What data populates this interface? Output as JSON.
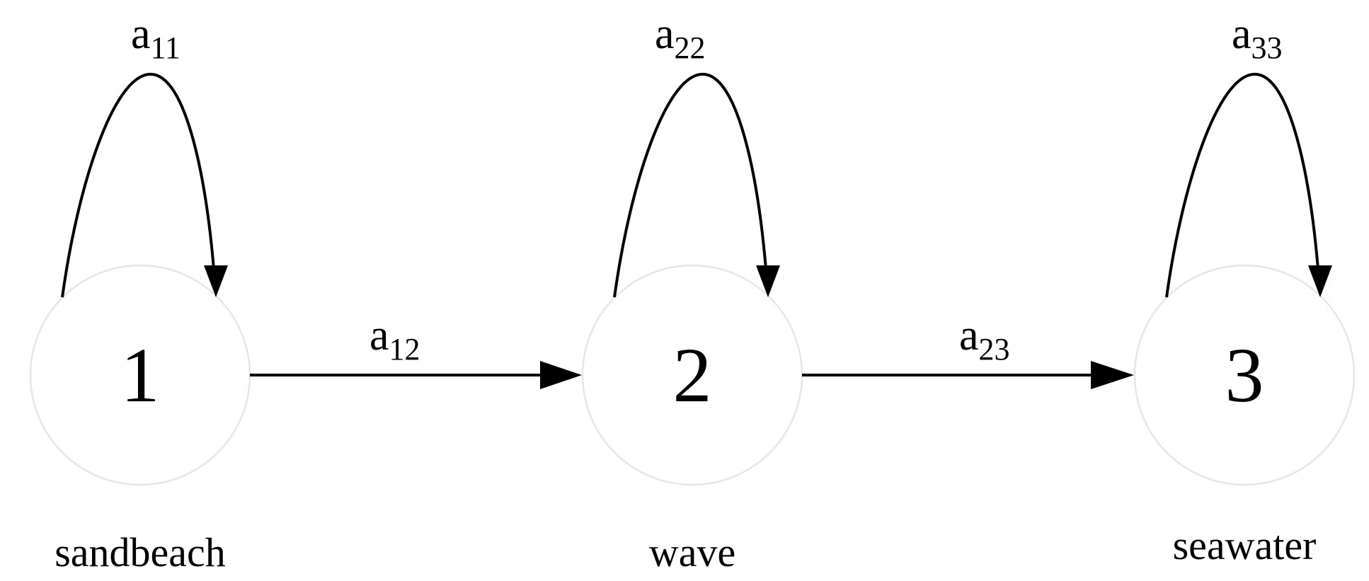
{
  "nodes": [
    {
      "id": "1",
      "label": "1",
      "caption": "sandbeach"
    },
    {
      "id": "2",
      "label": "2",
      "caption": "wave"
    },
    {
      "id": "3",
      "label": "3",
      "caption": "seawater"
    }
  ],
  "edges": [
    {
      "from": "1",
      "to": "1",
      "label_base": "a",
      "label_sub": "11"
    },
    {
      "from": "2",
      "to": "2",
      "label_base": "a",
      "label_sub": "22"
    },
    {
      "from": "3",
      "to": "3",
      "label_base": "a",
      "label_sub": "33"
    },
    {
      "from": "1",
      "to": "2",
      "label_base": "a",
      "label_sub": "12"
    },
    {
      "from": "2",
      "to": "3",
      "label_base": "a",
      "label_sub": "23"
    }
  ],
  "colors": {
    "line": "#000000",
    "node_outline": "#e4e6ee",
    "background": "#ffffff"
  }
}
